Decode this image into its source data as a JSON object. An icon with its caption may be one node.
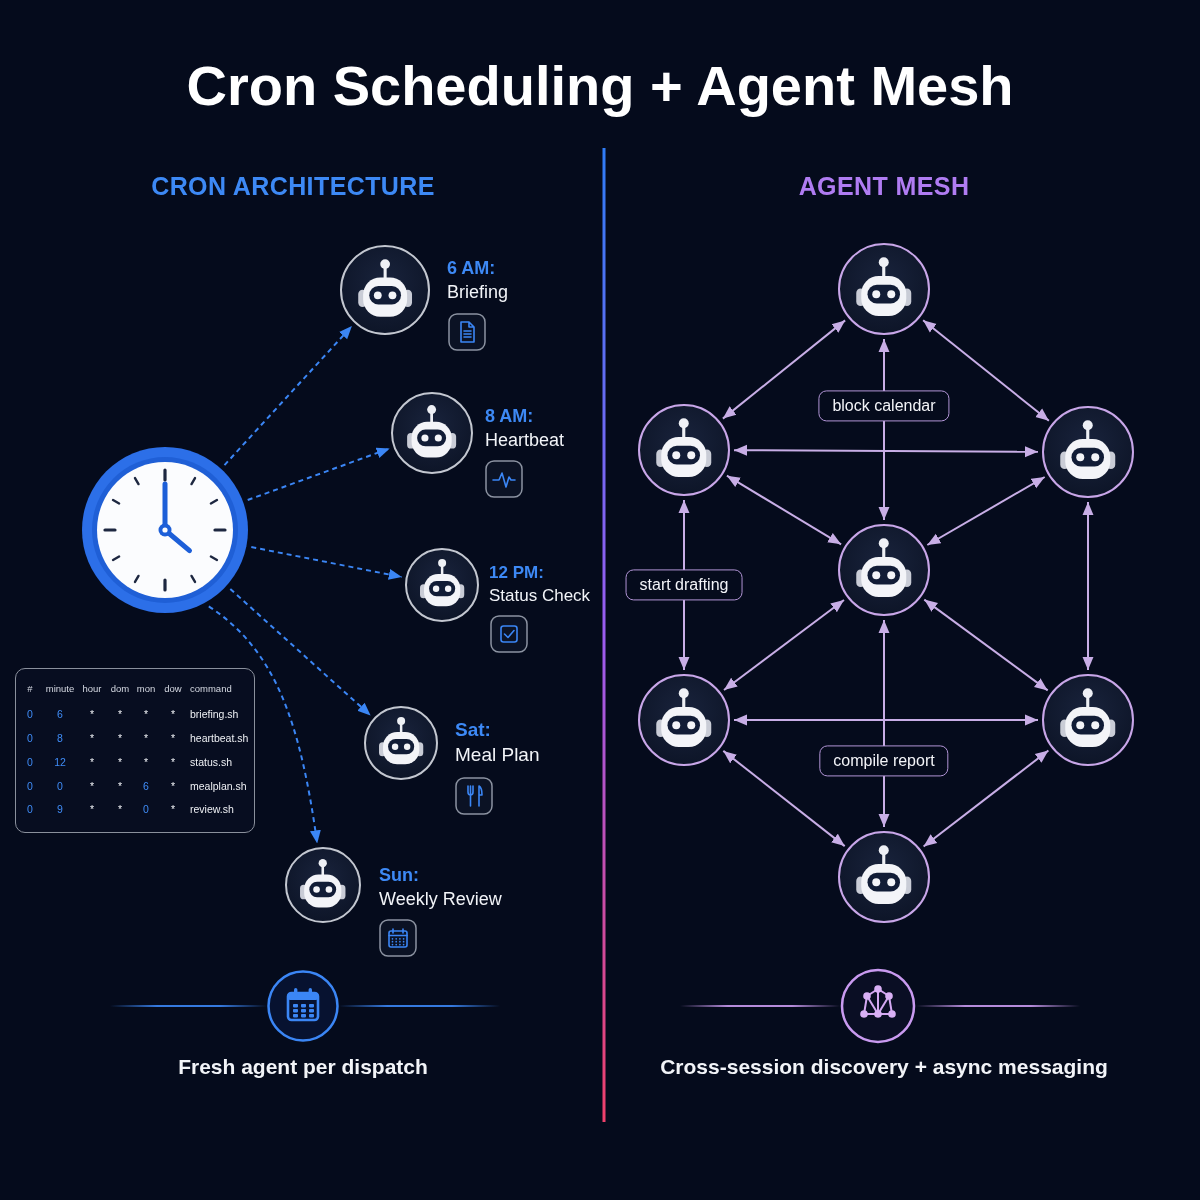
{
  "diagram": {
    "title": "Cron Scheduling + Agent Mesh",
    "nodes": [
      {
        "text": [],
        "shape": "picture"
      },
      {
        "text": [],
        "shape": "circle",
        "beside": [
          "6 AM:",
          "Briefing"
        ]
      },
      {
        "text": [],
        "shape": "circle",
        "beside": [
          "8 AM:",
          "Heartbeat"
        ]
      },
      {
        "text": [],
        "shape": "circle",
        "beside": [
          "12 PM:",
          "Status Check"
        ]
      },
      {
        "text": [
          "#",
          "minute",
          "hour",
          "dom",
          "mon",
          "dow",
          "command",
          "0",
          "6",
          "*",
          "*",
          "*",
          "*",
          "briefing.sh",
          "0",
          "8",
          "*",
          "*",
          "*",
          "*",
          "heartbeat.sh",
          "0",
          "12",
          "*",
          "*",
          "*",
          "*",
          "status.sh",
          "0",
          "0",
          "*",
          "*",
          "6",
          "*",
          "mealplan.sh",
          "0",
          "9",
          "*",
          "*",
          "0",
          "*",
          "review.sh"
        ]
      },
      {
        "text": [],
        "shape": "circle",
        "beside": [
          "Sat:",
          "Meal Plan"
        ]
      },
      {
        "text": [],
        "shape": "circle",
        "beside": [
          "Sun:",
          "Weekly Review"
        ]
      },
      {
        "text": [],
        "shape": "circle"
      },
      {
        "text": [],
        "shape": "circle"
      },
      {
        "text": [],
        "shape": "circle"
      },
      {
        "text": [],
        "shape": "circle"
      },
      {
        "text": [],
        "shape": "circle"
      },
      {
        "text": [],
        "shape": "circle"
      },
      {
        "text": [],
        "shape": "circle"
      }
    ],
    "edges": [
      {
        "from": 0,
        "to": 1,
        "arrow": "to",
        "style": "dashed",
        "color": "#3b86f5"
      },
      {
        "from": 0,
        "to": 2,
        "arrow": "to",
        "style": "dashed",
        "color": "#3b86f5"
      },
      {
        "from": 0,
        "to": 3,
        "arrow": "to",
        "style": "dashed",
        "color": "#3b86f5"
      },
      {
        "from": 0,
        "to": 5,
        "arrow": "to",
        "style": "dashed",
        "color": "#3b86f5"
      },
      {
        "from": 0,
        "to": 6,
        "arrow": "to",
        "style": "dashed",
        "color": "#3b86f5"
      },
      {
        "from": 7,
        "to": 8,
        "arrow": "both"
      },
      {
        "from": 7,
        "to": 9,
        "arrow": "both"
      },
      {
        "from": 7,
        "to": 10,
        "arrow": "both",
        "label": "block calendar"
      },
      {
        "from": 8,
        "to": 9,
        "arrow": "both"
      },
      {
        "from": 8,
        "to": 10,
        "arrow": "both"
      },
      {
        "from": 9,
        "to": 10,
        "arrow": "both"
      },
      {
        "from": 8,
        "to": 11,
        "arrow": "both",
        "label": "start drafting"
      },
      {
        "from": 9,
        "to": 12,
        "arrow": "both"
      },
      {
        "from": 10,
        "to": 11,
        "arrow": "both"
      },
      {
        "from": 10,
        "to": 12,
        "arrow": "both"
      },
      {
        "from": 11,
        "to": 12,
        "arrow": "both"
      },
      {
        "from": 10,
        "to": 13,
        "arrow": "both",
        "label": "compile report"
      },
      {
        "from": 11,
        "to": 13,
        "arrow": "both"
      },
      {
        "from": 12,
        "to": 13,
        "arrow": "both"
      }
    ],
    "labels": [
      "CRON ARCHITECTURE",
      "AGENT MESH",
      "Fresh agent per dispatch",
      "Cross-session discovery + async messaging"
    ]
  }
}
